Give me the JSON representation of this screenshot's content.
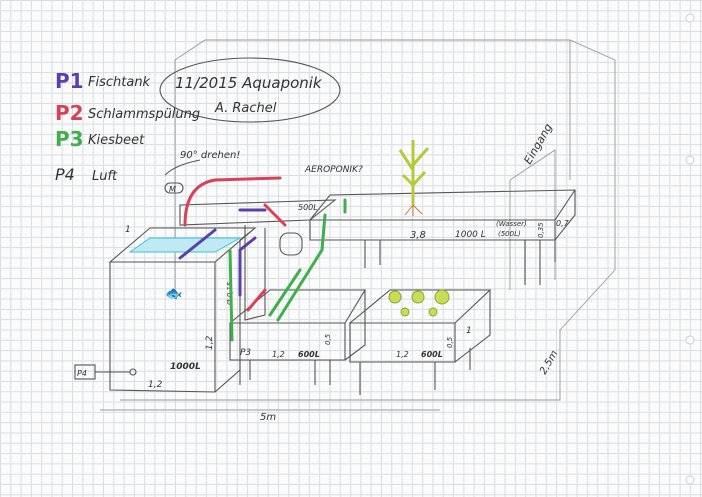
{
  "legend": [
    {
      "code": "P1",
      "label": "Fischtank",
      "color": "#5b3fb0"
    },
    {
      "code": "P2",
      "label": "Schlammspülung",
      "color": "#d9415a"
    },
    {
      "code": "P3",
      "label": "Kiesbeet",
      "color": "#3fae4f"
    },
    {
      "code": "P4",
      "label": "Luft",
      "color": "#333333"
    }
  ],
  "title": {
    "line1": "11/2015 Aquaponik",
    "line2": "A. Rachel"
  },
  "notes": {
    "rotate": "90° drehen!",
    "aeroponik": "AEROPONIK?",
    "entrance": "Eingang"
  },
  "annotations": {
    "motor": "M",
    "sump_volume": "500L",
    "bed_length": "3,8",
    "bed_volume": "1000 L",
    "bed_water": "(Wasser)",
    "bed_water_volume": "(500L)",
    "bed_depth": "0,35",
    "bed_height": "0,7",
    "tank_height": "1,2",
    "tank_width": "1,2",
    "tank_volume": "1000L",
    "tank_top": "1",
    "pipe_dim": "Ø 0,15",
    "gravel_pump": "P3",
    "gravel_length": "1,2",
    "gravel_volume": "600L",
    "gravel_depth": "0,5",
    "lettuce_length": "1,2",
    "lettuce_volume": "600L",
    "lettuce_depth": "0,5",
    "lettuce_height": "1",
    "air_pump": "P4",
    "length_total": "5m",
    "width_total": "2,5m"
  }
}
